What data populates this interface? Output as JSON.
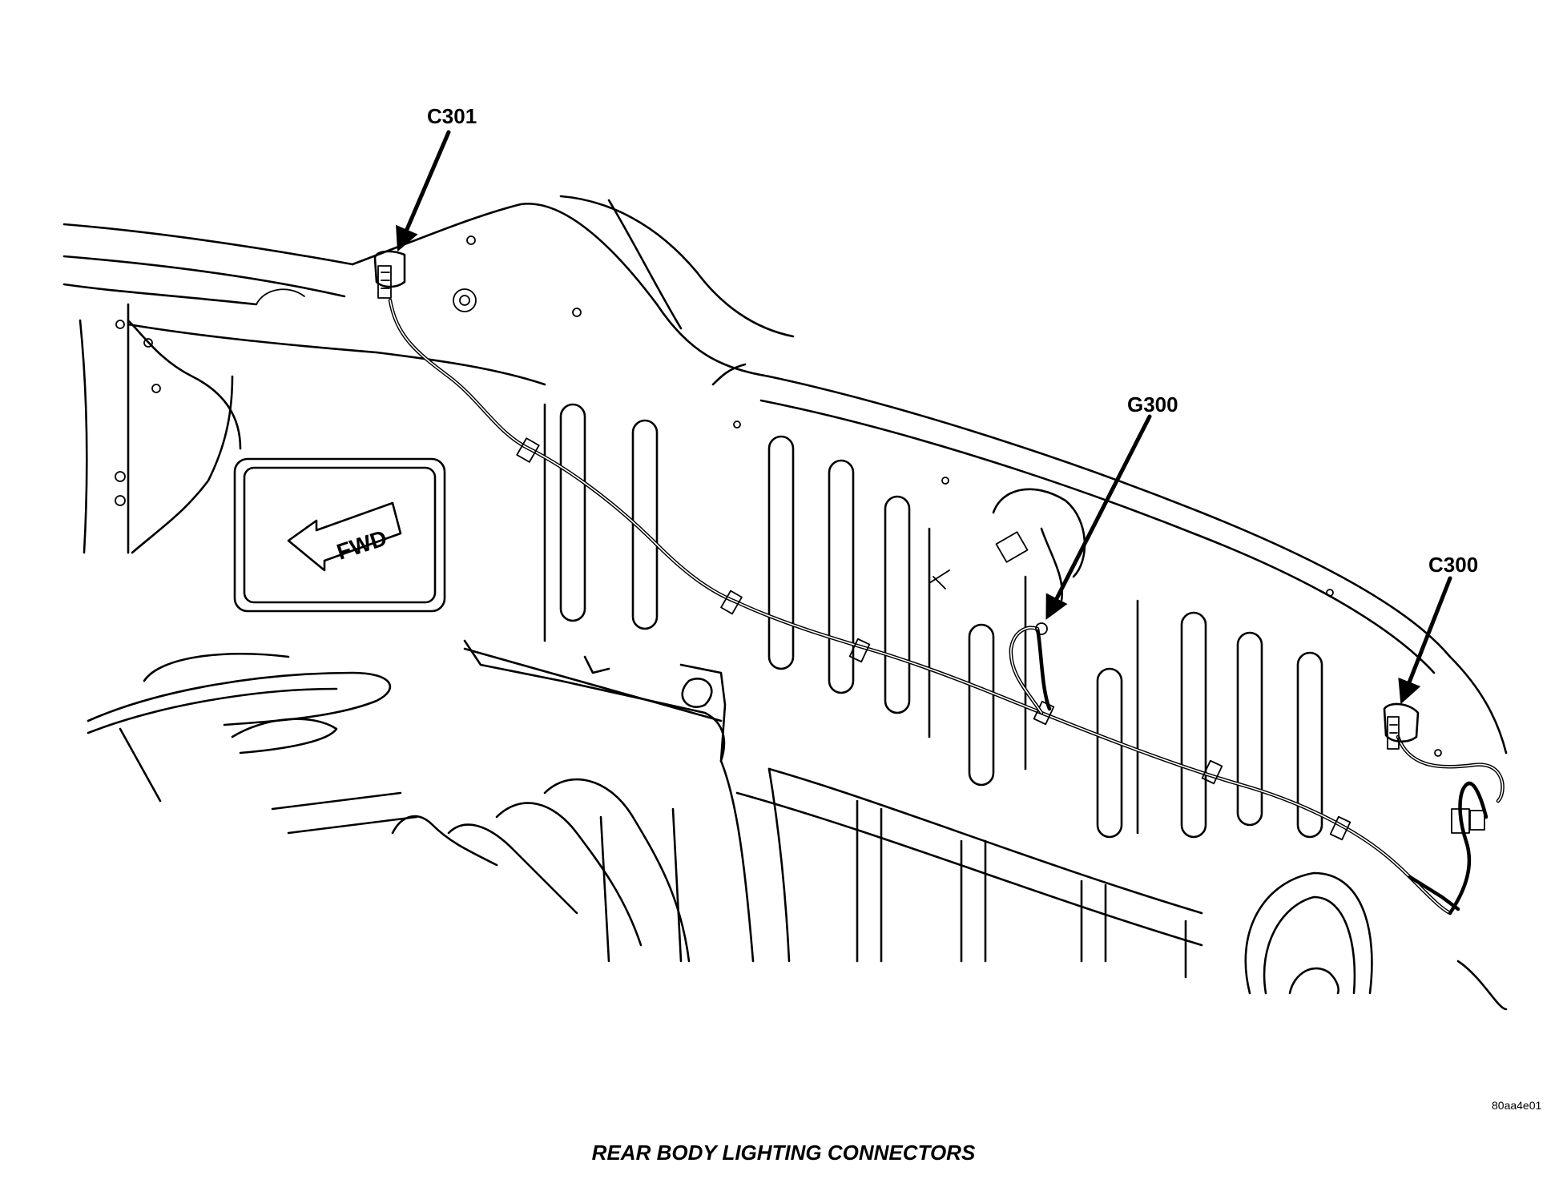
{
  "callouts": {
    "c301": "C301",
    "g300": "G300",
    "c300": "C300"
  },
  "floor_marking": "FWD",
  "figure_id": "80aa4e01",
  "caption": "REAR BODY LIGHTING CONNECTORS"
}
